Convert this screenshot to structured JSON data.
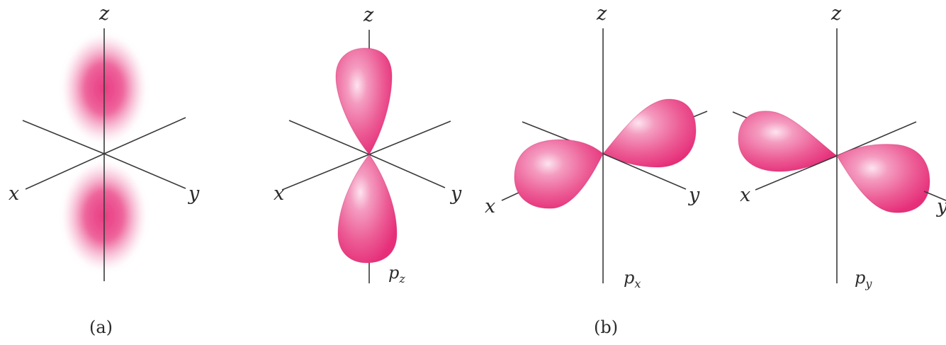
{
  "colors": {
    "lobe_light": "#f8b8d4",
    "lobe_mid": "#ec5c95",
    "lobe_dark": "#e62e79",
    "cloud": "#e8307a",
    "axis": "#3a3a3a",
    "text": "#2b2b2b"
  },
  "panel_a": {
    "axis_x": "x",
    "axis_y": "y",
    "axis_z": "z",
    "caption": "(a)"
  },
  "panel_b": {
    "pz": {
      "axis_x": "x",
      "axis_y": "y",
      "axis_z": "z",
      "label_base": "p",
      "label_sub": "z"
    },
    "px": {
      "axis_x": "x",
      "axis_y": "y",
      "axis_z": "z",
      "label_base": "p",
      "label_sub": "x"
    },
    "py": {
      "axis_x": "x",
      "axis_y": "y",
      "axis_z": "z",
      "label_base": "p",
      "label_sub": "y"
    },
    "caption": "(b)"
  }
}
